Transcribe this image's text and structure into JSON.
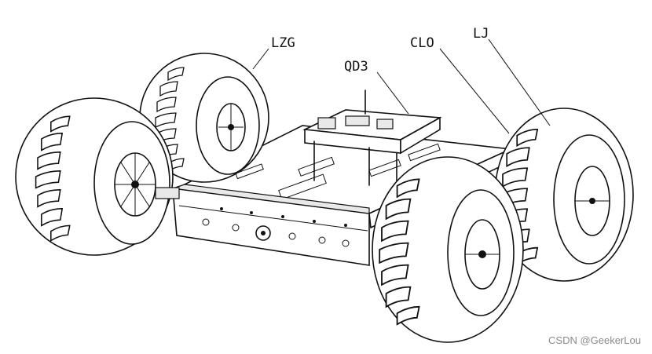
{
  "labels": {
    "wheel": "LZG",
    "controller": "QD3",
    "motor": "CLO",
    "axle": "LJ"
  },
  "watermark": "CSDN @GeekerLou",
  "colors": {
    "ink": "#111111",
    "background": "#ffffff",
    "watermark": "#8a8a8a"
  }
}
